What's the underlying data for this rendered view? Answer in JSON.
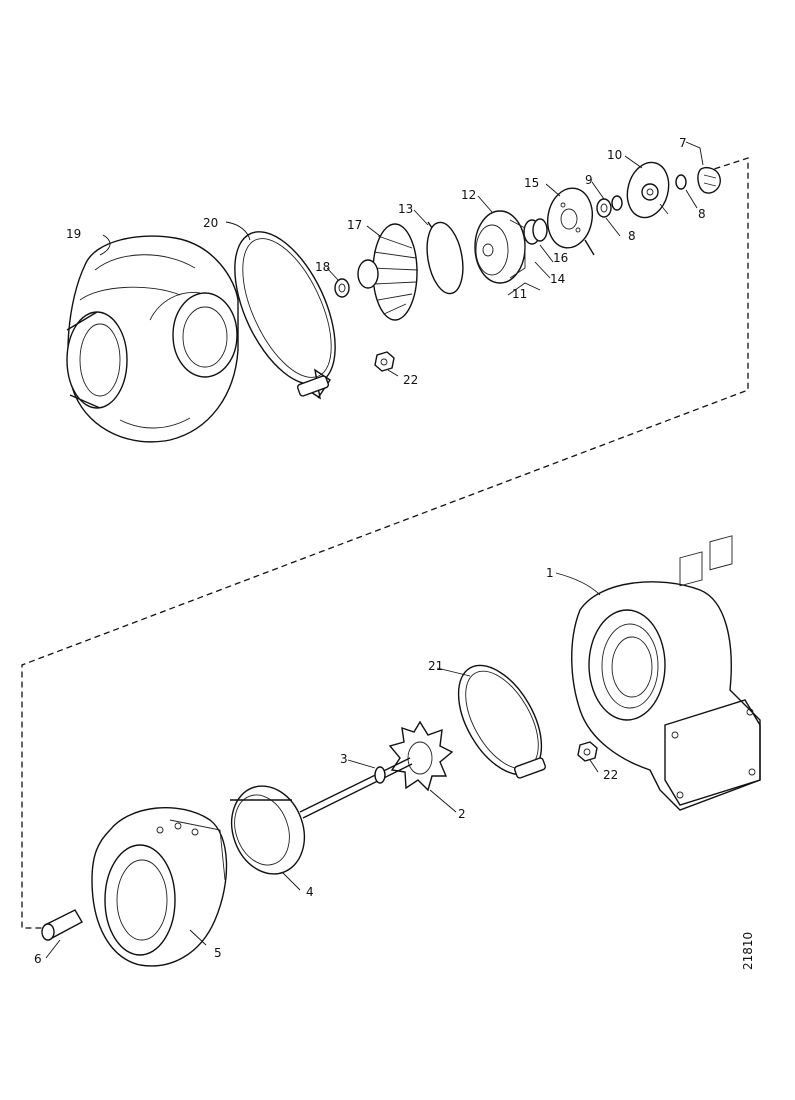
{
  "callouts": {
    "c1": "1",
    "c2": "2",
    "c3": "3",
    "c4": "4",
    "c5": "5",
    "c6": "6",
    "c7": "7",
    "c8a": "8",
    "c8b": "8",
    "c9": "9",
    "c10": "10",
    "c11": "11",
    "c12": "12",
    "c13": "13",
    "c14": "14",
    "c15": "15",
    "c16": "16",
    "c17": "17",
    "c18": "18",
    "c19": "19",
    "c20": "20",
    "c21": "21",
    "c22a": "22",
    "c22b": "22"
  },
  "figure_number": "21810"
}
